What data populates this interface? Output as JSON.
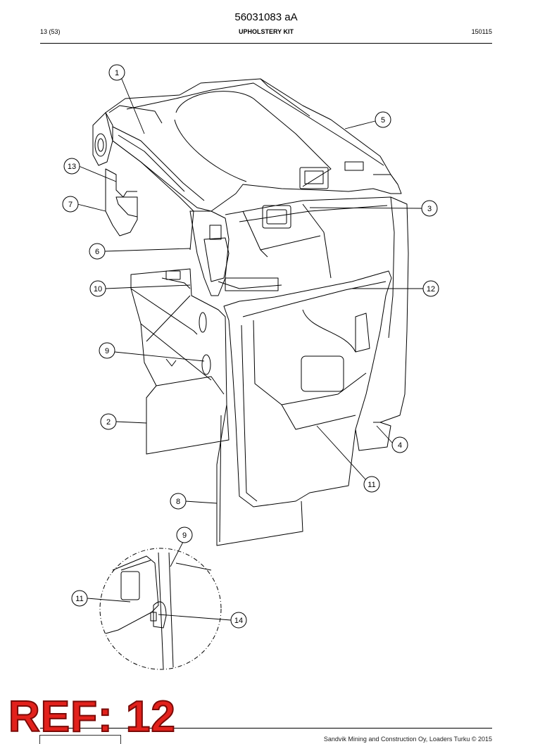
{
  "header": {
    "document_number": "56031083 aA",
    "page": "13 (53)",
    "title": "UPHOLSTERY KIT",
    "date": "150115"
  },
  "callouts": [
    "1",
    "13",
    "7",
    "6",
    "10",
    "9",
    "2",
    "8",
    "5",
    "3",
    "12",
    "4",
    "11",
    "9",
    "11",
    "14"
  ],
  "stamp": "REF: 12",
  "footer": {
    "copyright": "Sandvik Mining and Construction Oy, Loaders Turku © 2015"
  },
  "colors": {
    "line": "#000000",
    "stamp": "#e2211c"
  }
}
